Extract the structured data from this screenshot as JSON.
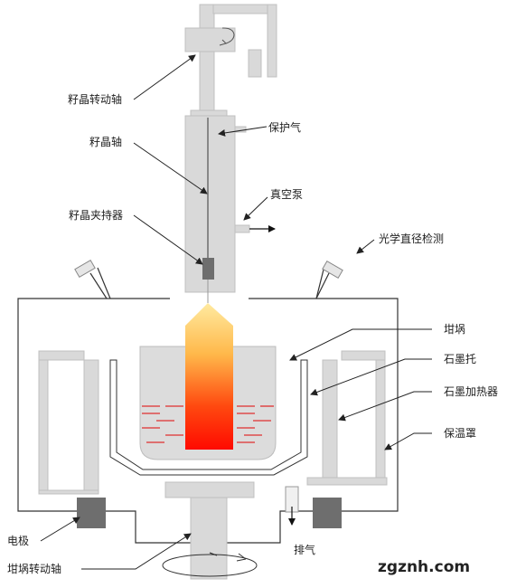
{
  "labels": {
    "seed_rotation_shaft": "籽晶转动轴",
    "protective_gas": "保护气",
    "seed_shaft": "籽晶轴",
    "vacuum_pump": "真空泵",
    "seed_holder": "籽晶夹持器",
    "optical_diameter_detection": "光学直径检测",
    "crucible": "坩埚",
    "graphite_support": "石墨托",
    "graphite_heater": "石墨加热器",
    "insulation_cover": "保温罩",
    "electrode": "电极",
    "exhaust": "排气",
    "crucible_rotation_shaft": "坩埚转动轴"
  },
  "watermark": "zgznh.com",
  "colors": {
    "gray_fill": "#d9d9d9",
    "gray_stroke": "#bcbcbc",
    "electrode": "#6e6e6e",
    "crystal_top": "#ffe08a",
    "crystal_bottom": "#ff1a00",
    "melt_lines": "#e03030"
  }
}
